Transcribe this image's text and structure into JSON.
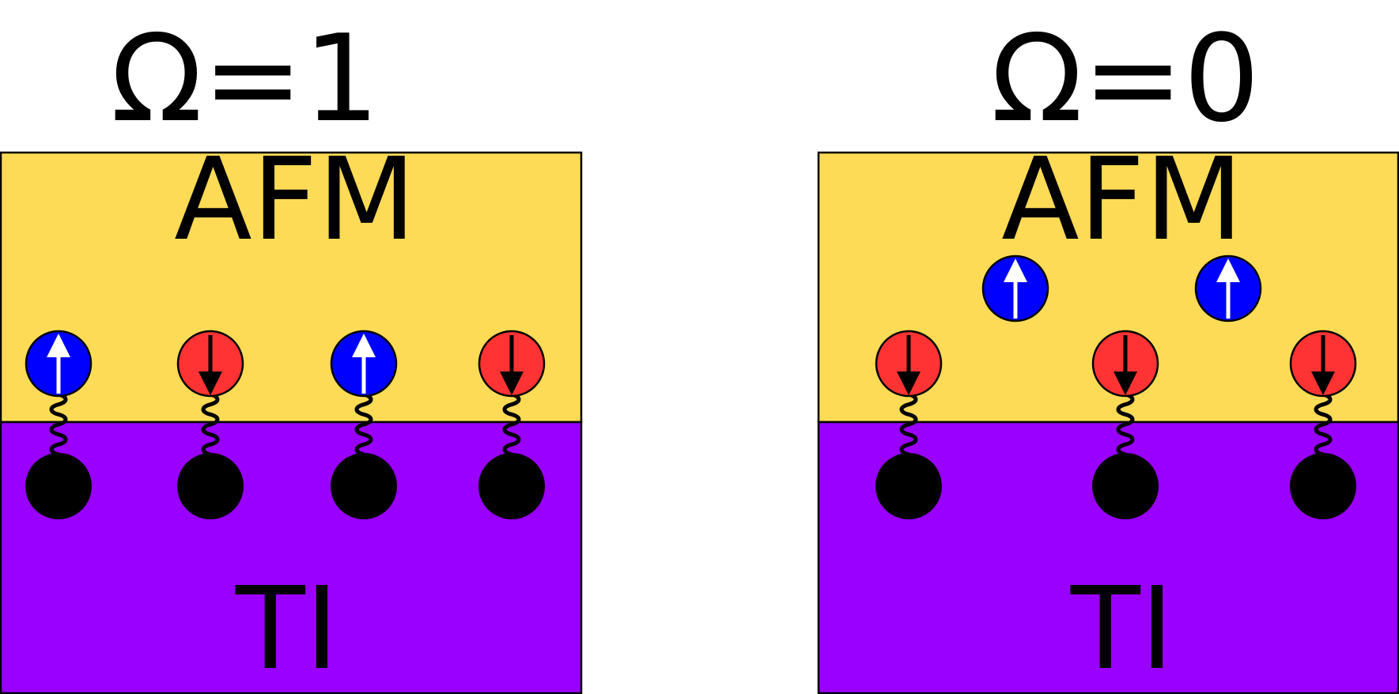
{
  "panels": [
    {
      "id": "left",
      "title": "Ω=1",
      "top_label": "AFM",
      "bottom_label": "TI",
      "spins": [
        {
          "direction": "up",
          "level": "interface",
          "coupled": true
        },
        {
          "direction": "down",
          "level": "interface",
          "coupled": true
        },
        {
          "direction": "up",
          "level": "interface",
          "coupled": true
        },
        {
          "direction": "down",
          "level": "interface",
          "coupled": true
        }
      ]
    },
    {
      "id": "right",
      "title": "Ω=0",
      "top_label": "AFM",
      "bottom_label": "TI",
      "spins": [
        {
          "direction": "down",
          "level": "interface",
          "coupled": true
        },
        {
          "direction": "up",
          "level": "upper",
          "coupled": false
        },
        {
          "direction": "down",
          "level": "interface",
          "coupled": true
        },
        {
          "direction": "up",
          "level": "upper",
          "coupled": false
        },
        {
          "direction": "down",
          "level": "interface",
          "coupled": true
        }
      ]
    }
  ],
  "colors": {
    "afm_layer": "#FDDB56",
    "ti_layer": "#9900FF",
    "spin_up": "#0000FF",
    "spin_down": "#FF3333",
    "arrow_up": "#FFFFFF",
    "arrow_down": "#000000",
    "electron": "#000000"
  }
}
